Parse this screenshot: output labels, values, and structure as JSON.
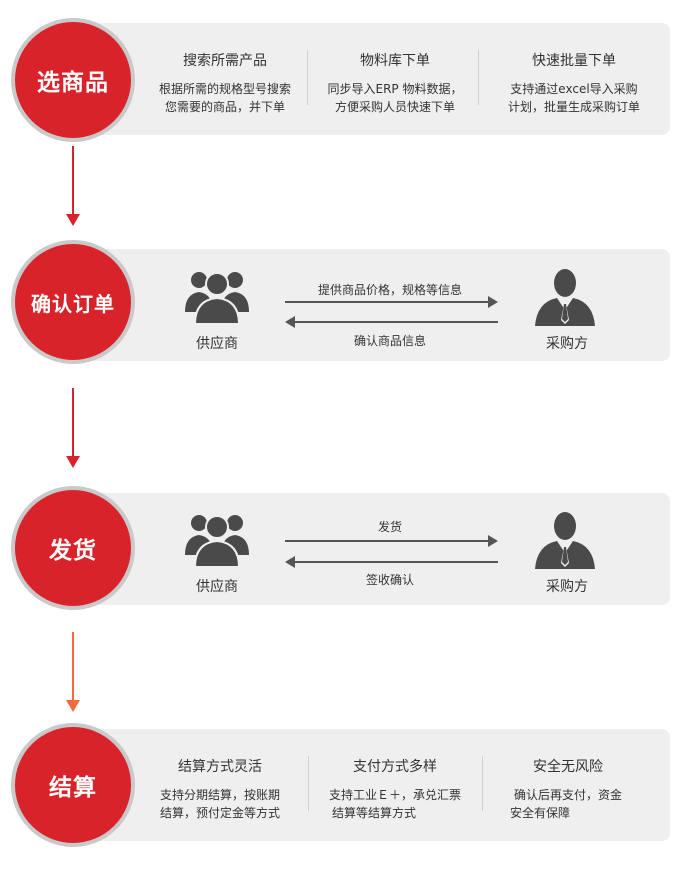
{
  "step1": {
    "label": "选商品",
    "cols": [
      {
        "title": "搜索所需产品",
        "desc1": "根据所需的规格型号搜索",
        "desc2": "您需要的商品，并下单"
      },
      {
        "title": "物料库下单",
        "desc1": "同步导入ERP 物料数据，",
        "desc2": "方便采购人员快速下单"
      },
      {
        "title": "快速批量下单",
        "desc1": "支持通过excel导入采购",
        "desc2": "计划，批量生成采购订单"
      }
    ]
  },
  "step2": {
    "label": "确认订单",
    "supplier": "供应商",
    "buyer": "采购方",
    "msg_top": "提供商品价格，规格等信息",
    "msg_bottom": "确认商品信息"
  },
  "step3": {
    "label": "发货",
    "supplier": "供应商",
    "buyer": "采购方",
    "msg_top": "发货",
    "msg_bottom": "签收确认"
  },
  "step4": {
    "label": "结算",
    "cols": [
      {
        "title": "结算方式灵活",
        "desc1": "支持分期结算，按账期",
        "desc2": "结算，预付定金等方式"
      },
      {
        "title": "支付方式多样",
        "desc1": "支持工业Ｅ＋，承兑汇票",
        "desc2": "结算等结算方式"
      },
      {
        "title": "安全无风险",
        "desc1": "确认后再支付，资金",
        "desc2": "安全有保障"
      }
    ]
  },
  "colors": {
    "red": "#d8232a",
    "orange": "#f26a3d",
    "panel": "#efefef",
    "icon": "#4a4a4a"
  },
  "icons": {
    "supplier": "group-people-icon",
    "buyer": "businessman-icon"
  }
}
